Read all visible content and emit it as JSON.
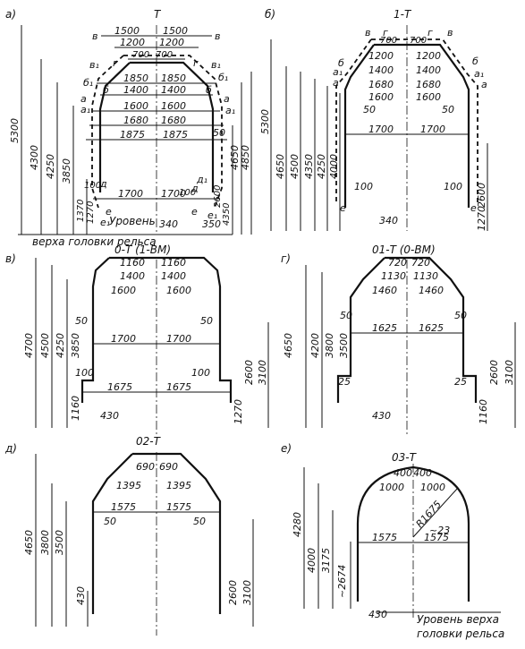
{
  "panels": [
    {
      "letter": "а)",
      "title": "Т",
      "widths_top": [
        "1500",
        "1500",
        "1200",
        "1200",
        "700",
        "700"
      ],
      "widths_mid": [
        "1850",
        "1850",
        "1400",
        "1400",
        "1600",
        "1600",
        "1680",
        "1680",
        "1875",
        "1875"
      ],
      "widths_low": [
        "1700",
        "1700",
        "340",
        "100",
        "100",
        "350"
      ],
      "heights_left": [
        "5300",
        "4300",
        "4250",
        "3850",
        "1370",
        "1270"
      ],
      "heights_right": [
        "4650",
        "4850",
        "4350",
        "2600",
        "50"
      ],
      "letters": [
        "в",
        "в",
        "г",
        "г",
        "в₁",
        "в₁",
        "б₁",
        "б₁",
        "б",
        "б",
        "а",
        "а₁",
        "а",
        "а₁",
        "д",
        "д₁",
        "д",
        "е",
        "е₁",
        "е₁",
        "е"
      ],
      "caption": [
        "Уровень",
        "верха головки рельса"
      ]
    },
    {
      "letter": "б)",
      "title": "1-Т",
      "widths": [
        "700",
        "700",
        "1200",
        "1200",
        "1400",
        "1400",
        "1680",
        "1680",
        "1600",
        "1600",
        "50",
        "50",
        "1700",
        "1700",
        "100",
        "100",
        "340"
      ],
      "heights_left": [
        "5300",
        "4650",
        "4500",
        "4350",
        "4250",
        "4000"
      ],
      "heights_right": [
        "2600",
        "1270"
      ],
      "letters": [
        "в",
        "г",
        "г",
        "в",
        "б",
        "б",
        "а₁",
        "а",
        "а₁",
        "а",
        "е",
        "е"
      ]
    },
    {
      "letter": "в)",
      "title": "0-Т (1-ВМ)",
      "widths": [
        "1160",
        "1160",
        "1400",
        "1400",
        "1600",
        "1600",
        "50",
        "50",
        "1700",
        "1700",
        "100",
        "100",
        "1675",
        "1675",
        "430"
      ],
      "heights_left": [
        "4700",
        "4500",
        "4250",
        "3850",
        "1160"
      ],
      "heights_right": [
        "2600",
        "3100",
        "1270"
      ]
    },
    {
      "letter": "г)",
      "title": "01-Т (0-ВМ)",
      "widths": [
        "720",
        "720",
        "1130",
        "1130",
        "1460",
        "1460",
        "50",
        "50",
        "1625",
        "1625",
        "25",
        "25",
        "430"
      ],
      "heights_left": [
        "4650",
        "4200",
        "3800",
        "3500"
      ],
      "heights_right": [
        "2600",
        "3100",
        "1160"
      ]
    },
    {
      "letter": "д)",
      "title": "02-Т",
      "widths": [
        "690",
        "690",
        "1395",
        "1395",
        "1575",
        "1575",
        "50",
        "50",
        "430"
      ],
      "heights_left": [
        "4650",
        "3800",
        "3500",
        "430"
      ],
      "heights_right": [
        "2600",
        "3100"
      ]
    },
    {
      "letter": "е)",
      "title": "03-Т",
      "widths": [
        "400",
        "400",
        "1000",
        "1000",
        "1575",
        "1575",
        "430"
      ],
      "heights_left": [
        "4280",
        "4000",
        "3175",
        "~2674"
      ],
      "radius": "R1675",
      "approx": "~23",
      "caption": [
        "Уровень верха",
        "головки рельса"
      ]
    }
  ]
}
